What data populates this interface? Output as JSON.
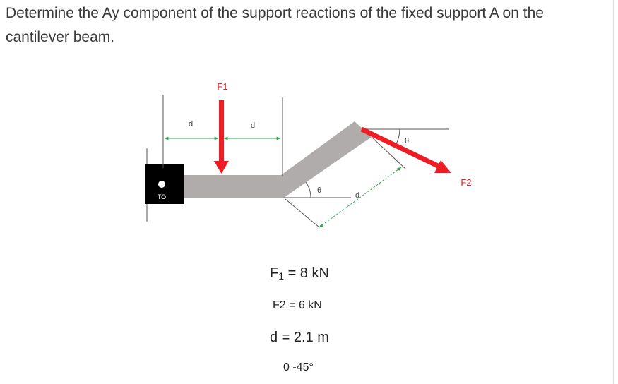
{
  "question": {
    "text": "Determine the Ay component of the support reactions of the fixed support A on the cantilever beam."
  },
  "figure": {
    "support_label": "TO",
    "force1_label": "F1",
    "force2_label": "F2",
    "dim_label": "d",
    "angle_label": "θ",
    "colors": {
      "beam": "#b0acab",
      "force": "#ee1c24",
      "dimension": "#2aa84a",
      "support": "#000000"
    }
  },
  "given": {
    "f1": {
      "symbol": "F",
      "subscript": "1",
      "rest": " = 8 kN"
    },
    "f2": "F2 = 6 kN",
    "d": "d = 2.1 m",
    "theta": "0 -45°"
  }
}
